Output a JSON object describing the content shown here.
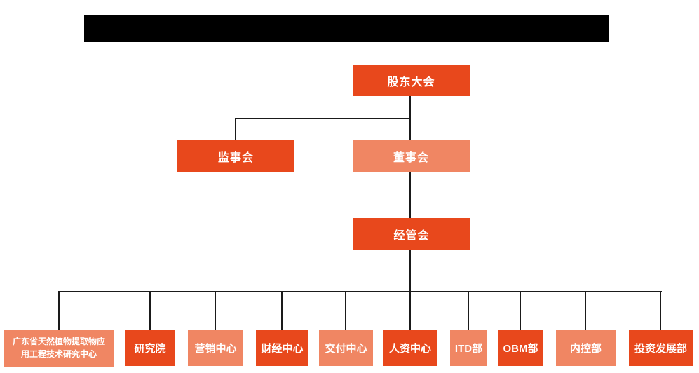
{
  "colors": {
    "node_primary": "#E8481C",
    "node_secondary": "#F08663",
    "connector": "#1A1A1A",
    "label_text": "#FFFFFF",
    "redaction_bar": "#000000"
  },
  "org_chart": {
    "root": "股东大会",
    "supervisory": "监事会",
    "board": "董事会",
    "management": "经管会",
    "departments": [
      "广东省天然植物提取物应用工程技术研究中心",
      "研究院",
      "营销中心",
      "财经中心",
      "交付中心",
      "人资中心",
      "ITD部",
      "OBM部",
      "内控部",
      "投资发展部"
    ]
  }
}
